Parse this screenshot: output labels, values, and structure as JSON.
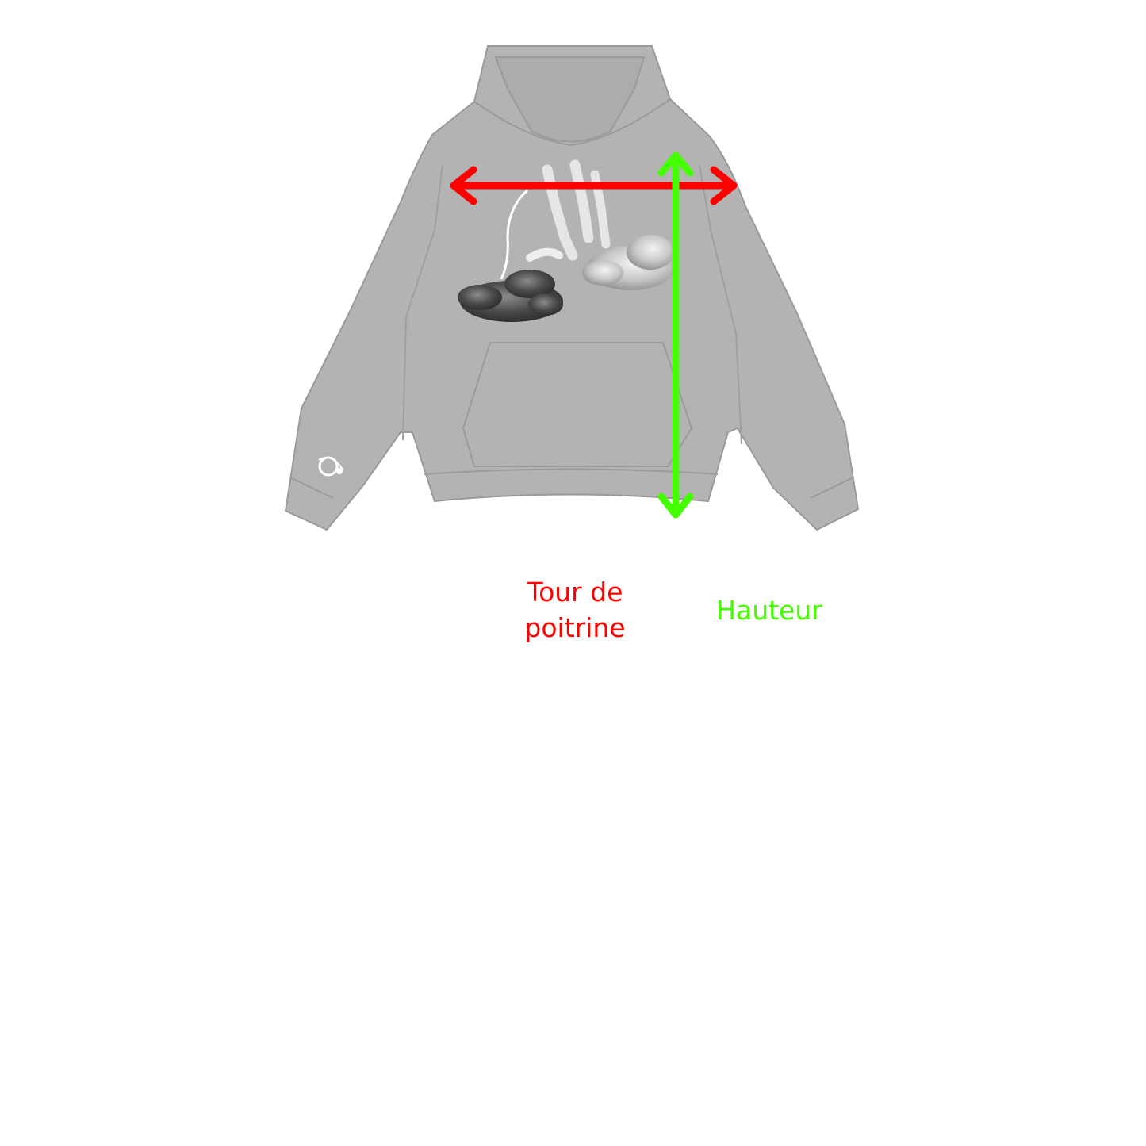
{
  "labels": {
    "chest_line1": "Tour de",
    "chest_line2": "poitrine",
    "height": "Hauteur"
  },
  "colors": {
    "chest_arrow": "#ff0000",
    "height_arrow": "#44ff00",
    "garment": "#b3b3b3",
    "garment_outline": "#9a9a9a",
    "background": "#ffffff"
  }
}
